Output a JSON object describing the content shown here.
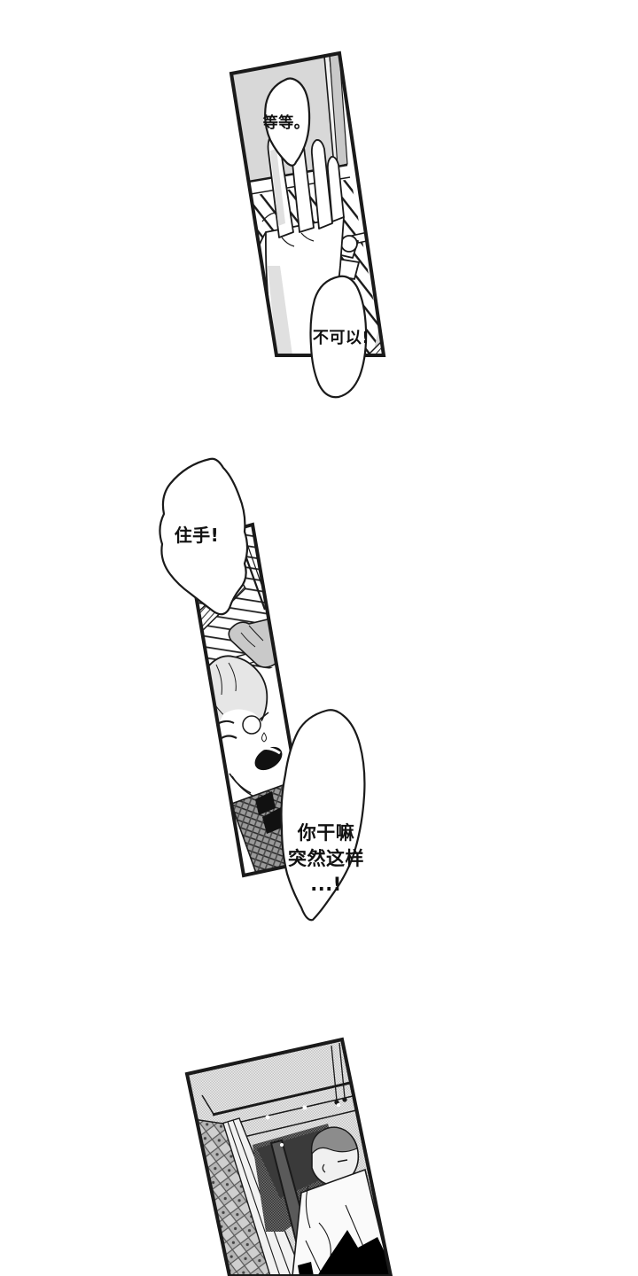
{
  "page": {
    "background": "#ffffff",
    "ink": "#1a1a1a",
    "tone_light": "#d8d8d8",
    "tone_mid": "#c9c9c9",
    "tone_dark": "#3a3a3a"
  },
  "panels": [
    {
      "name": "panel-1",
      "bubbles": [
        {
          "id": "b1",
          "text": "等等。"
        },
        {
          "id": "b2",
          "text": "不可以!"
        }
      ]
    },
    {
      "name": "panel-2",
      "bubbles": [
        {
          "id": "b3",
          "text": "住手!"
        },
        {
          "id": "b4",
          "lines": [
            "你干嘛",
            "突然这样",
            "...!"
          ]
        }
      ]
    },
    {
      "name": "panel-3",
      "bubbles": []
    }
  ]
}
